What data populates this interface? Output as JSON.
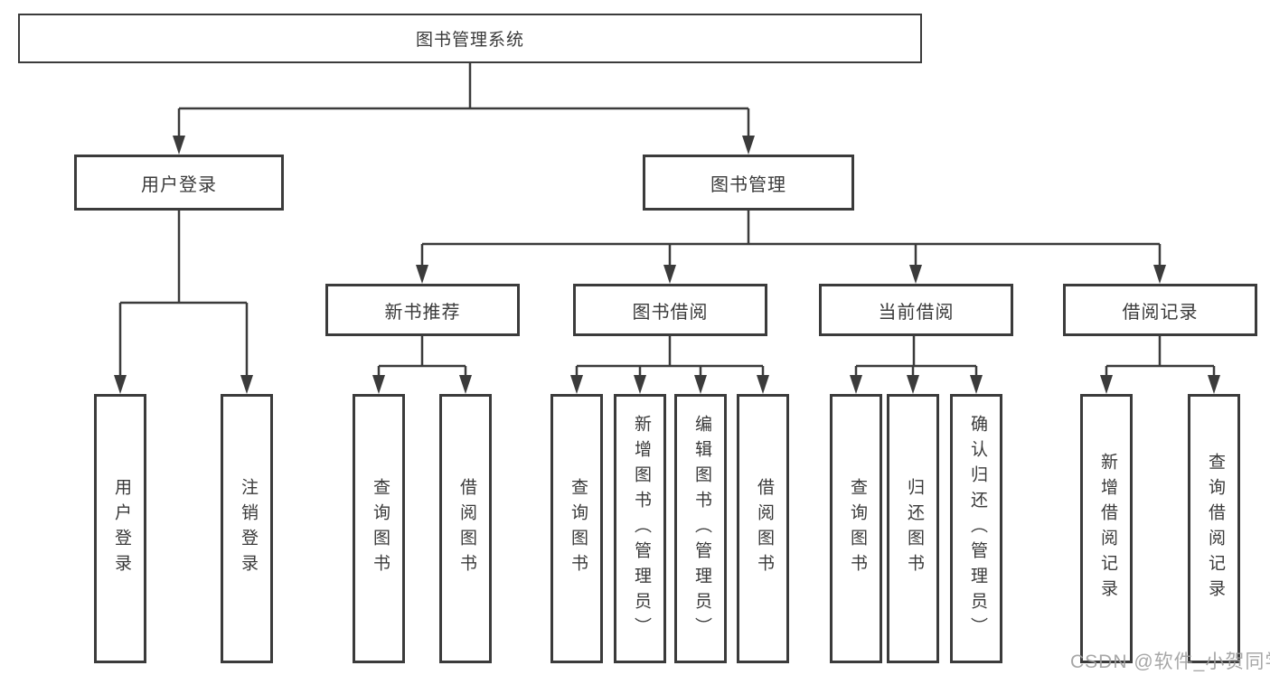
{
  "diagram": {
    "root": {
      "label": "图书管理系统"
    },
    "level2": [
      {
        "label": "用户登录"
      },
      {
        "label": "图书管理"
      }
    ],
    "level3": [
      {
        "label": "新书推荐"
      },
      {
        "label": "图书借阅"
      },
      {
        "label": "当前借阅"
      },
      {
        "label": "借阅记录"
      }
    ],
    "leaves": {
      "user_login": [
        {
          "label": "用户登录"
        },
        {
          "label": "注销登录"
        }
      ],
      "new_book": [
        {
          "label": "查询图书"
        },
        {
          "label": "借阅图书"
        }
      ],
      "book_borrow": [
        {
          "label": "查询图书"
        },
        {
          "label": "新增图书（管理员）"
        },
        {
          "label": "编辑图书（管理员）"
        },
        {
          "label": "借阅图书"
        }
      ],
      "current_borrow": [
        {
          "label": "查询图书"
        },
        {
          "label": "归还图书"
        },
        {
          "label": "确认归还（管理员）"
        }
      ],
      "borrow_record": [
        {
          "label": "新增借阅记录"
        },
        {
          "label": "查询借阅记录"
        }
      ]
    },
    "colors": {
      "line": "#3b3b3b",
      "box_border": "#3b3b3b",
      "text": "#3a3a3a",
      "background": "#ffffff",
      "watermark": "#9e9e9e"
    }
  },
  "watermark": {
    "text": "CSDN @软件_小贺同学"
  }
}
